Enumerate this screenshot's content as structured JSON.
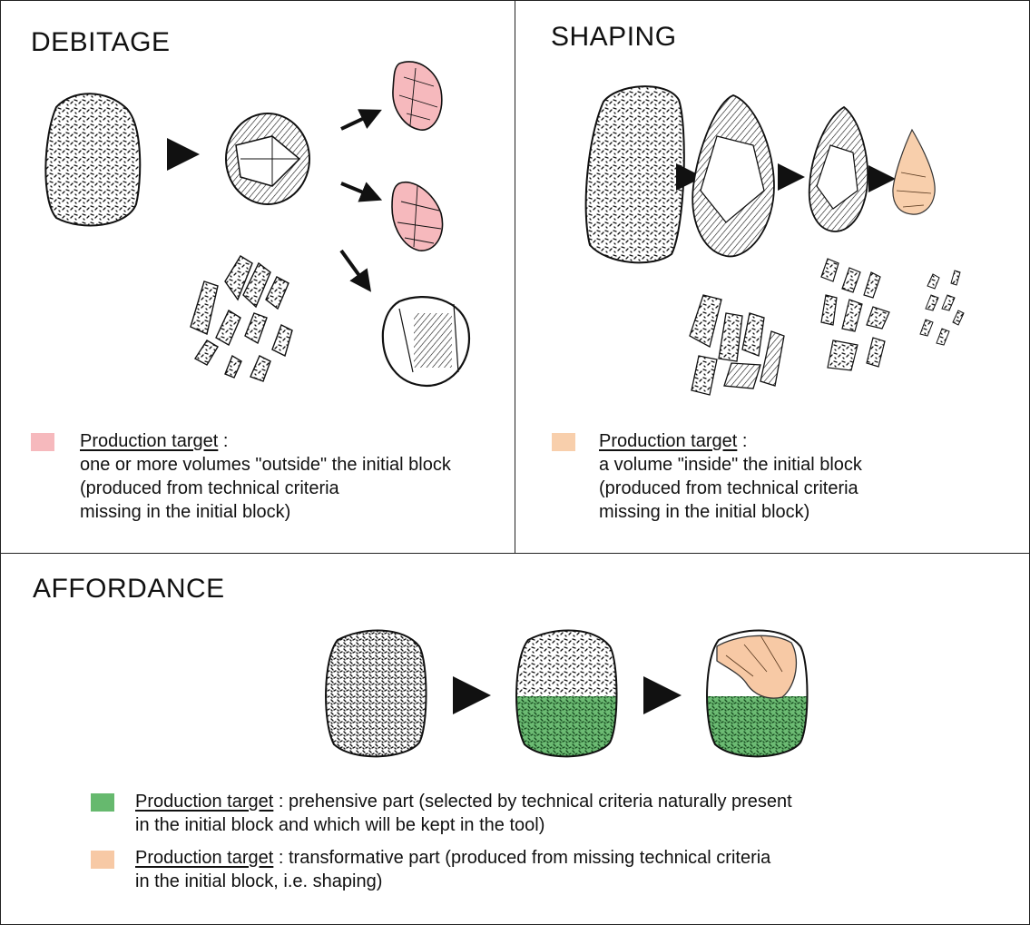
{
  "colors": {
    "debitage_target": "#f6b9bd",
    "shaping_target": "#f8cfac",
    "prehensive": "#66b96e",
    "transformative": "#f7c9a5",
    "ink": "#111111"
  },
  "debitage": {
    "title": "DEBITAGE",
    "legend": {
      "label": "Production target",
      "separator": " :",
      "lines": [
        "one or more volumes \"outside\" the initial block",
        "(produced from technical criteria",
        "missing in the initial block)"
      ]
    }
  },
  "shaping": {
    "title": "SHAPING",
    "legend": {
      "label": "Production target",
      "separator": " :",
      "lines": [
        "a volume \"inside\" the initial block",
        "(produced from technical criteria",
        "missing in the initial block)"
      ]
    }
  },
  "affordance": {
    "title": "AFFORDANCE",
    "legend": [
      {
        "label": "Production target",
        "text_line1": " : prehensive part (selected by technical criteria naturally present",
        "text_line2": "in the initial block and which will be kept in the tool)"
      },
      {
        "label": "Production target",
        "text_line1": " : transformative part (produced from missing technical criteria",
        "text_line2": "in the initial block, i.e. shaping)"
      }
    ]
  }
}
